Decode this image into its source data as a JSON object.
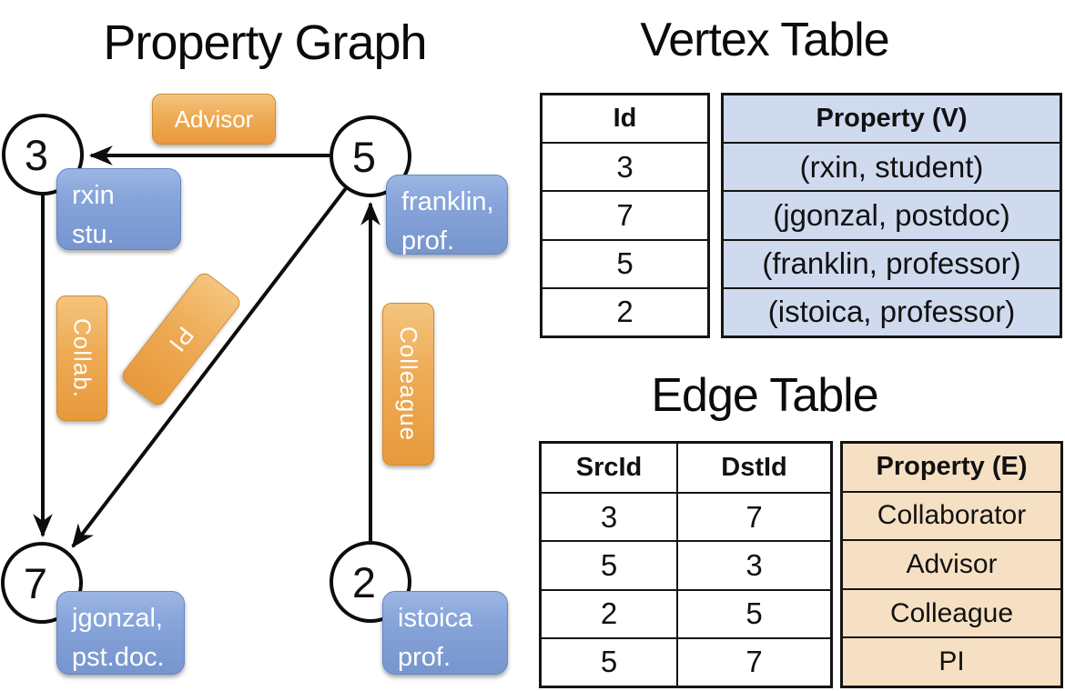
{
  "titles": {
    "graph": "Property Graph",
    "vertex_table": "Vertex Table",
    "edge_table": "Edge Table"
  },
  "graph": {
    "nodes": [
      {
        "id": "3"
      },
      {
        "id": "5"
      },
      {
        "id": "7"
      },
      {
        "id": "2"
      }
    ],
    "vertex_labels": [
      {
        "line1": "rxin",
        "line2": "stu."
      },
      {
        "line1": "franklin,",
        "line2": "prof."
      },
      {
        "line1": "jgonzal,",
        "line2": "pst.doc."
      },
      {
        "line1": "istoica",
        "line2": "prof."
      }
    ],
    "edge_labels": [
      {
        "label": "Advisor"
      },
      {
        "label": "Collab."
      },
      {
        "label": "PI"
      },
      {
        "label": "Colleague"
      }
    ]
  },
  "vertex_table": {
    "headers": {
      "id": "Id",
      "property": "Property (V)"
    },
    "rows": [
      {
        "id": "3",
        "property": "(rxin, student)"
      },
      {
        "id": "7",
        "property": "(jgonzal, postdoc)"
      },
      {
        "id": "5",
        "property": "(franklin, professor)"
      },
      {
        "id": "2",
        "property": "(istoica, professor)"
      }
    ]
  },
  "edge_table": {
    "headers": {
      "src": "SrcId",
      "dst": "DstId",
      "property": "Property (E)"
    },
    "rows": [
      {
        "src": "3",
        "dst": "7",
        "property": "Collaborator"
      },
      {
        "src": "5",
        "dst": "3",
        "property": "Advisor"
      },
      {
        "src": "2",
        "dst": "5",
        "property": "Colleague"
      },
      {
        "src": "5",
        "dst": "7",
        "property": "PI"
      }
    ]
  },
  "colors": {
    "edge_label_fill": "#eda74f",
    "edge_label_border": "#cf8c31",
    "vertex_label_fill": "#7e9cd3",
    "vertex_label_border": "#6486c4",
    "vertex_table_row_bg": "#cfdaee",
    "edge_table_row_bg": "#f6e0c3",
    "line_color": "#111111",
    "text_on_labels": "#ffffff"
  }
}
